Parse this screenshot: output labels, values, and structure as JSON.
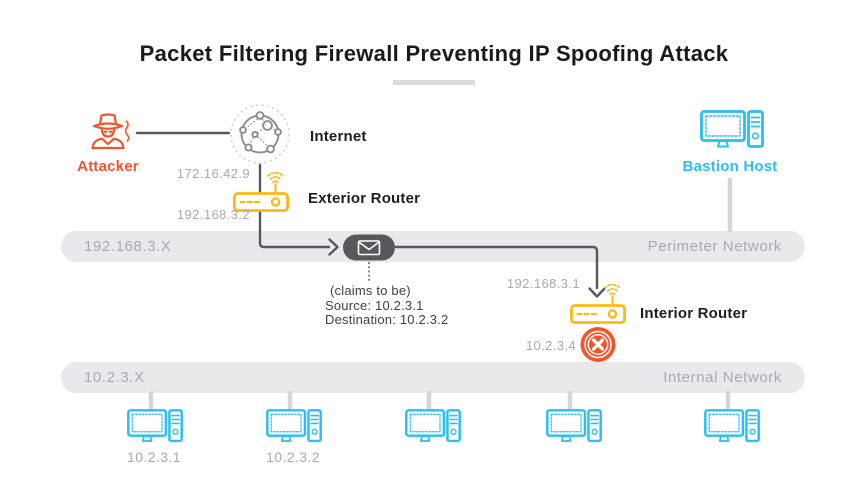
{
  "title": "Packet Filtering Firewall Preventing IP Spoofing Attack",
  "nodes": {
    "attacker": {
      "label": "Attacker"
    },
    "internet": {
      "label": "Internet"
    },
    "exterior_router": {
      "label": "Exterior Router",
      "internet_side_ip": "172.16.42.9",
      "perimeter_side_ip": "192.168.3.2"
    },
    "bastion_host": {
      "label": "Bastion Host"
    },
    "interior_router": {
      "label": "Interior Router",
      "perimeter_side_ip": "192.168.3.1",
      "blocked_ip": "10.2.3.4"
    }
  },
  "spoofed_packet": {
    "claims": "(claims to be)",
    "source": "Source: 10.2.3.1",
    "destination": "Destination: 10.2.3.2"
  },
  "perimeter_network": {
    "subnet": "192.168.3.X",
    "label": "Perimeter Network"
  },
  "internal_network": {
    "subnet": "10.2.3.X",
    "label": "Internal Network"
  },
  "workstations": [
    {
      "ip": "10.2.3.1"
    },
    {
      "ip": "10.2.3.2"
    },
    {},
    {},
    {}
  ],
  "icons": {
    "attacker": "spy-icon",
    "internet": "globe-network-icon",
    "exterior_router": "wireless-router-icon",
    "interior_router": "wireless-router-icon",
    "packet": "envelope-icon",
    "blocked": "blocked-x-icon",
    "bastion_host": "desktop-computer-icon",
    "workstation": "desktop-computer-icon"
  },
  "colors": {
    "attack_orange": "#f4542c",
    "router_yellow": "#fdb913",
    "host_cyan": "#29bff2",
    "line_dark": "#57585b",
    "network_bar": "#e9e9ec",
    "muted_text": "#a8aaad"
  }
}
